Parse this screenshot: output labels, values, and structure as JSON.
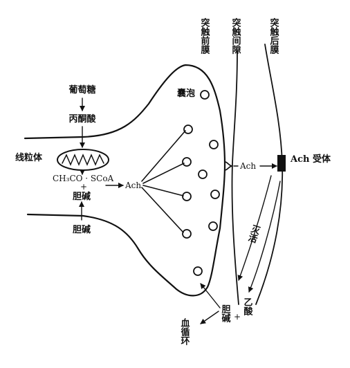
{
  "diagram": {
    "labels": {
      "glucose": "葡萄糖",
      "pyruvate": "丙酮酸",
      "mitochondrion": "线粒体",
      "acetyl_coa": "CH₃CO · SCoA",
      "plus_sign": "+",
      "choline_inside": "胆碱",
      "choline_uptake": "胆碱",
      "ach_synthesized": "Ach",
      "vesicle": "囊泡",
      "ach_in_cleft": "Ach",
      "presynaptic_membrane": "突触前膜",
      "synaptic_cleft": "突触间隙",
      "postsynaptic_membrane": "突触后膜",
      "ach_receptor": "Ach 受体",
      "inactivation": "灭活",
      "choline_product": "胆碱",
      "products_plus": "+",
      "acetic_acid": "乙酸",
      "blood_circulation": "血循环"
    }
  }
}
